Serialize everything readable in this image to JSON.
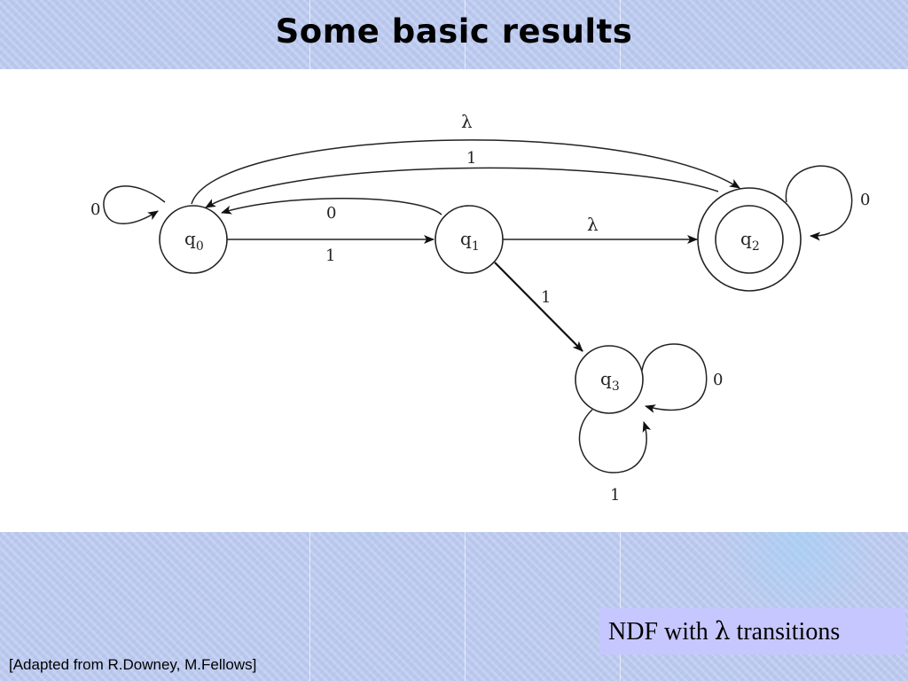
{
  "slide": {
    "title": "Some basic results",
    "note_prefix": "NDF with",
    "note_lambda": "λ",
    "note_suffix": "transitions",
    "credit": "[Adapted from R.Downey, M.Fellows]"
  },
  "diagram": {
    "states": [
      {
        "id": "q0",
        "base": "q",
        "sub": "0",
        "accepting": false
      },
      {
        "id": "q1",
        "base": "q",
        "sub": "1",
        "accepting": false
      },
      {
        "id": "q2",
        "base": "q",
        "sub": "2",
        "accepting": true
      },
      {
        "id": "q3",
        "base": "q",
        "sub": "3",
        "accepting": false
      }
    ],
    "transitions": [
      {
        "from": "q0",
        "to": "q0",
        "label": "0"
      },
      {
        "from": "q0",
        "to": "q1",
        "label": "1"
      },
      {
        "from": "q1",
        "to": "q0",
        "label": "0"
      },
      {
        "from": "q0",
        "to": "q2",
        "label": "λ"
      },
      {
        "from": "q2",
        "to": "q0",
        "label": "1"
      },
      {
        "from": "q1",
        "to": "q2",
        "label": "λ"
      },
      {
        "from": "q2",
        "to": "q2",
        "label": "0"
      },
      {
        "from": "q1",
        "to": "q3",
        "label": "1"
      },
      {
        "from": "q3",
        "to": "q3",
        "label": "0"
      },
      {
        "from": "q3",
        "to": "q3",
        "label": "1"
      }
    ]
  }
}
